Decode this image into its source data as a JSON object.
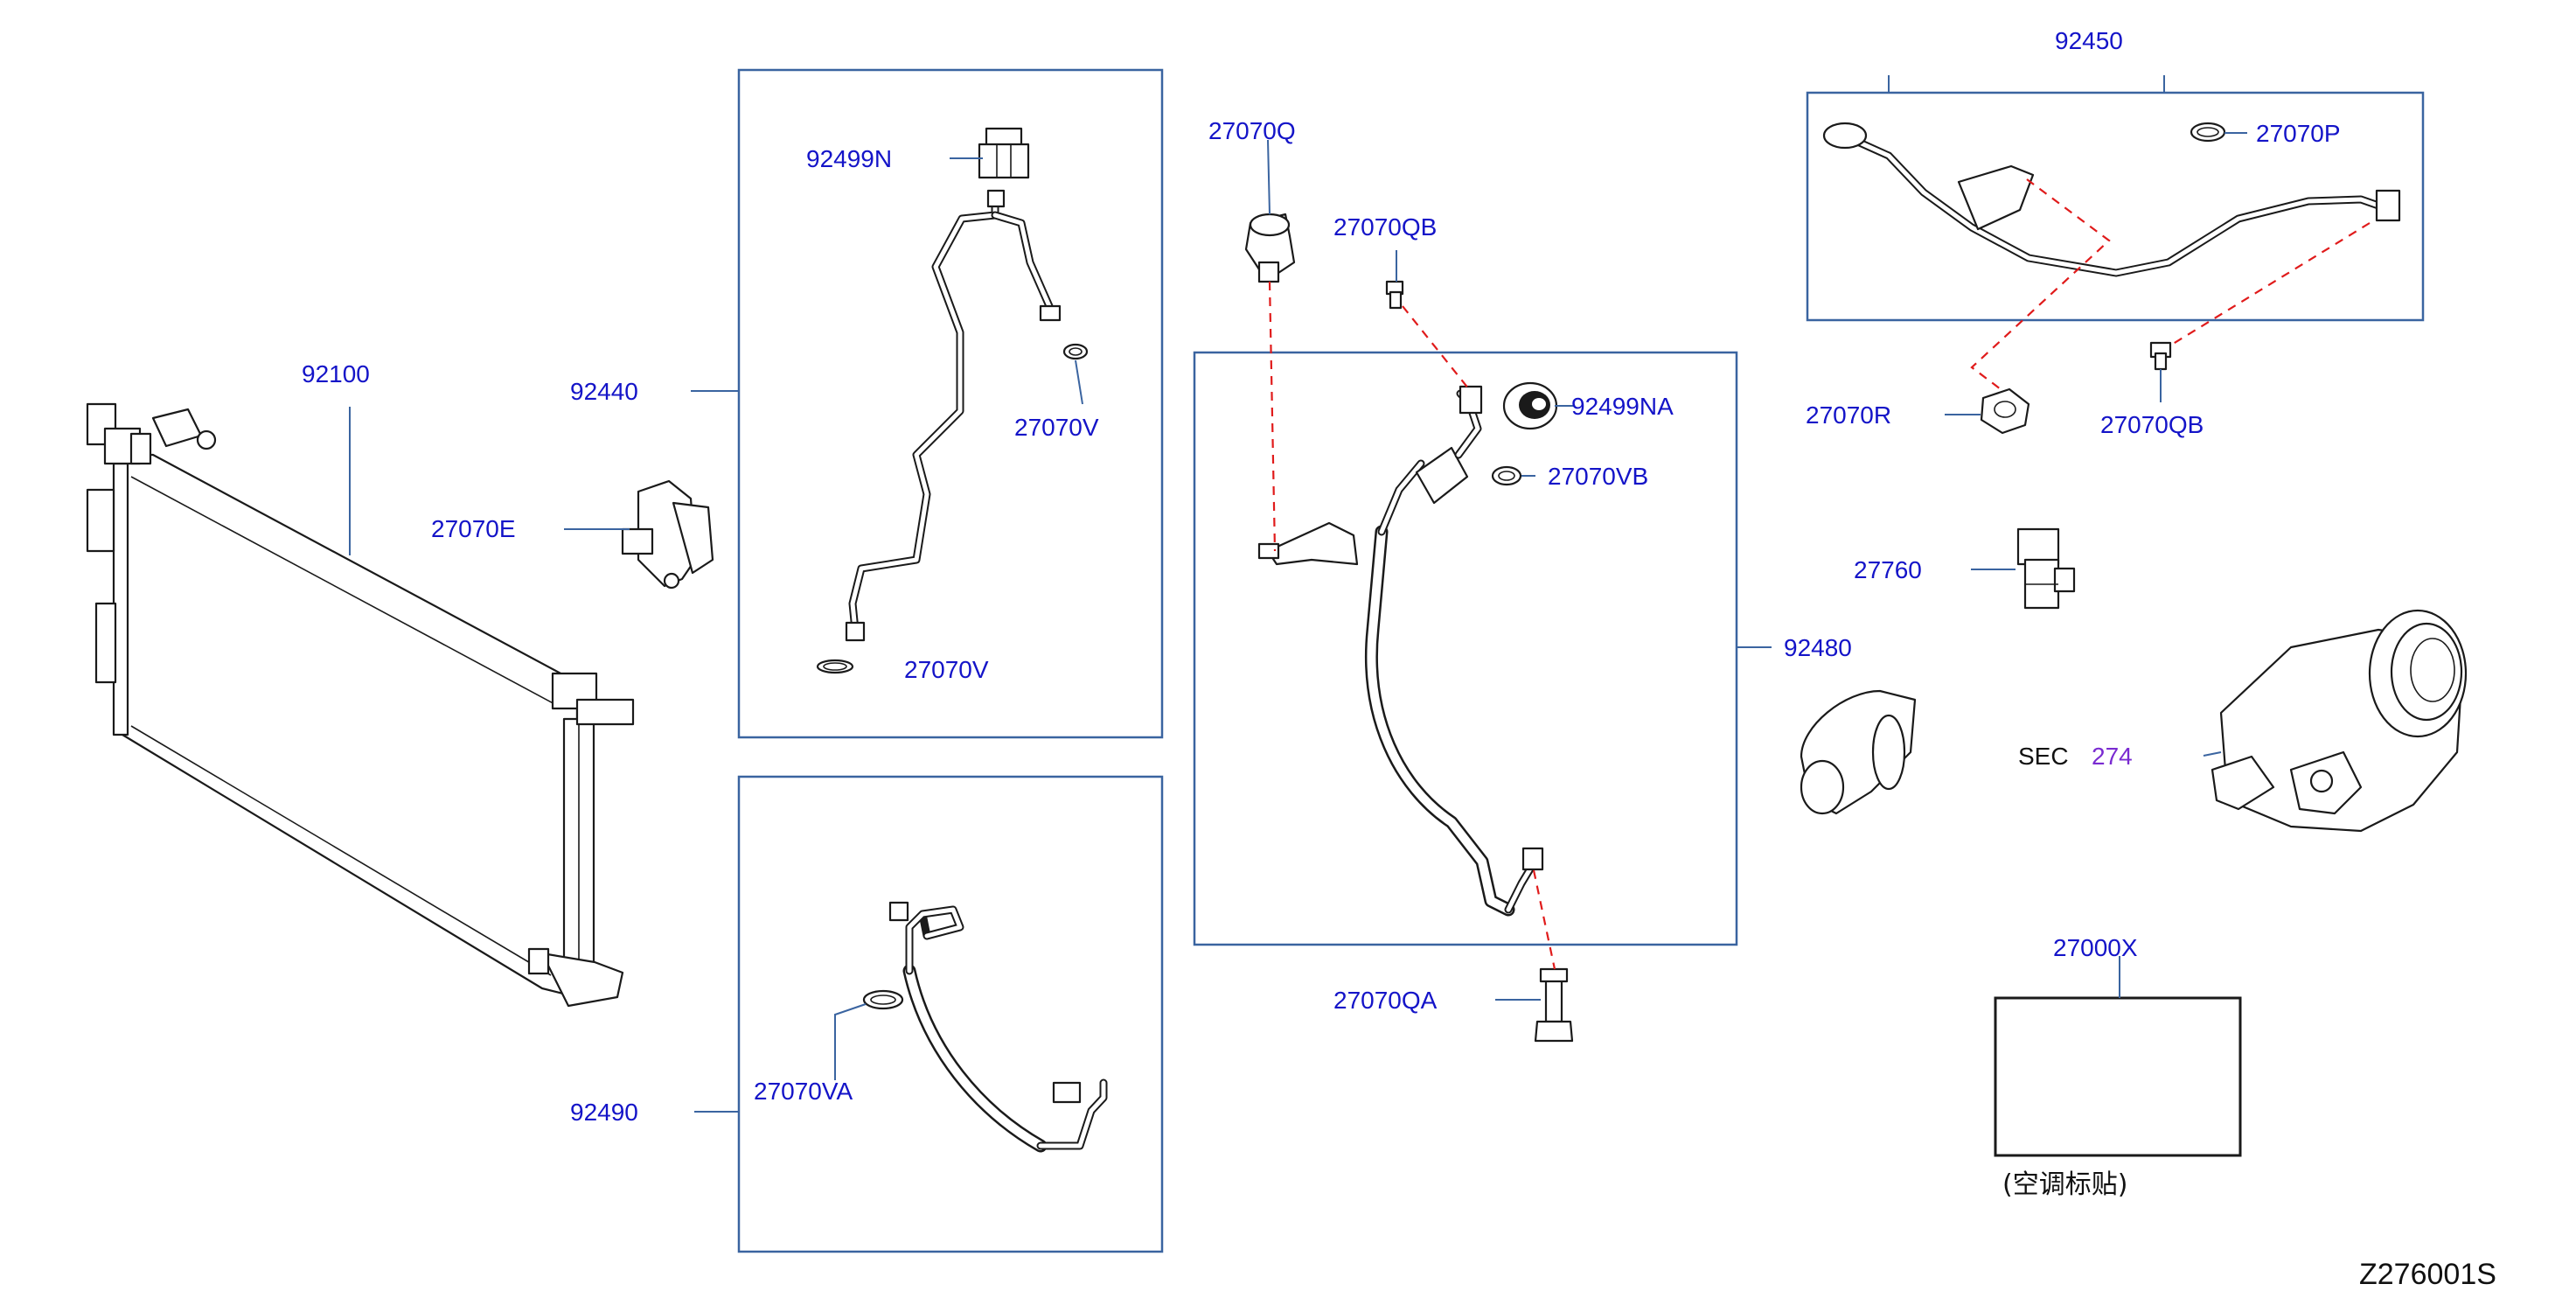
{
  "diagram": {
    "parts": {
      "condenser": "92100",
      "bracket_left": "27070E",
      "pipe_assembly_box": "92440",
      "cap_n": "92499N",
      "oring_v_upper": "27070V",
      "oring_v_lower": "27070V",
      "sensor_switch": "27070Q",
      "bolt_qb": "27070QB",
      "cap_na": "92499NA",
      "oring_vb": "27070VB",
      "hose_assembly_box": "92480",
      "bolt_qa": "27070QA",
      "pipe_box_lower": "92490",
      "oring_va": "27070VA",
      "pipe_box_right": "92450",
      "oring_p": "27070P",
      "nut_r": "27070R",
      "bolt_qb_right": "27070QB",
      "connector": "27760",
      "label_plate": "27000X"
    },
    "section_ref": {
      "prefix": "SEC",
      "number": "274"
    },
    "label_note": "(空调标贴)",
    "figure_code": "Z276001S"
  }
}
